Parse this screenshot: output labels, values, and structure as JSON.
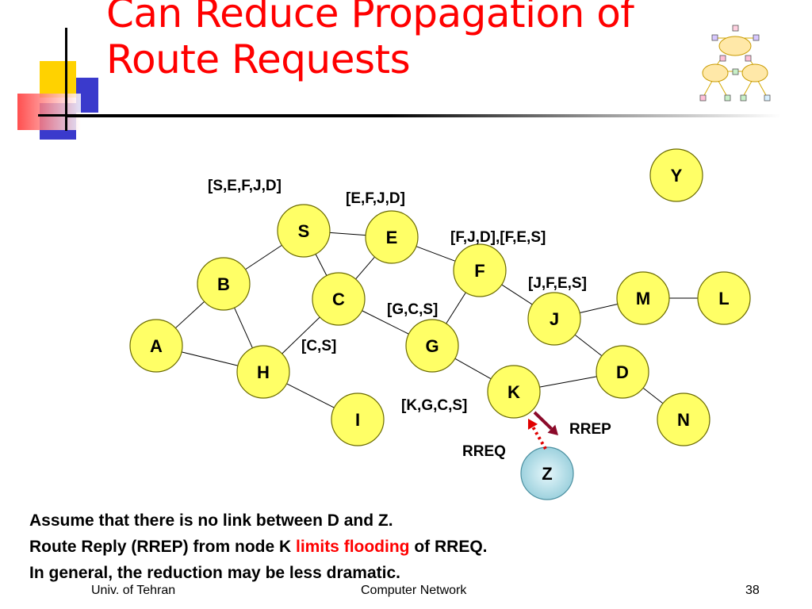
{
  "slide": {
    "title_line1": "Can Reduce Propagation of",
    "title_line2": "Route Requests",
    "notes": [
      {
        "parts": [
          {
            "text": "Assume that there is no link between D and Z.",
            "hl": false
          }
        ]
      },
      {
        "parts": [
          {
            "text": "Route Reply (RREP) from node K ",
            "hl": false
          },
          {
            "text": "limits flooding",
            "hl": true
          },
          {
            "text": " of RREQ.",
            "hl": false
          }
        ]
      },
      {
        "parts": [
          {
            "text": "In general, the reduction may be less dramatic.",
            "hl": false
          }
        ]
      }
    ],
    "footer": {
      "left": "Univ. of Tehran",
      "center": "Computer Network",
      "page": "38"
    }
  },
  "diagram": {
    "nodes": [
      {
        "id": "S",
        "label": "S"
      },
      {
        "id": "E",
        "label": "E"
      },
      {
        "id": "F",
        "label": "F"
      },
      {
        "id": "B",
        "label": "B"
      },
      {
        "id": "C",
        "label": "C"
      },
      {
        "id": "M",
        "label": "M"
      },
      {
        "id": "L",
        "label": "L"
      },
      {
        "id": "J",
        "label": "J"
      },
      {
        "id": "A",
        "label": "A"
      },
      {
        "id": "G",
        "label": "G"
      },
      {
        "id": "H",
        "label": "H"
      },
      {
        "id": "D",
        "label": "D"
      },
      {
        "id": "K",
        "label": "K"
      },
      {
        "id": "I",
        "label": "I"
      },
      {
        "id": "N",
        "label": "N"
      },
      {
        "id": "Y",
        "label": "Y"
      },
      {
        "id": "Z",
        "label": "Z",
        "highlight": true
      }
    ],
    "edges": [
      [
        "S",
        "E"
      ],
      [
        "S",
        "B"
      ],
      [
        "S",
        "C"
      ],
      [
        "E",
        "C"
      ],
      [
        "E",
        "F"
      ],
      [
        "F",
        "G"
      ],
      [
        "F",
        "J"
      ],
      [
        "B",
        "A"
      ],
      [
        "B",
        "H"
      ],
      [
        "A",
        "H"
      ],
      [
        "C",
        "H"
      ],
      [
        "C",
        "G"
      ],
      [
        "H",
        "I"
      ],
      [
        "G",
        "K"
      ],
      [
        "J",
        "M"
      ],
      [
        "J",
        "D"
      ],
      [
        "M",
        "L"
      ],
      [
        "K",
        "D"
      ],
      [
        "D",
        "N"
      ]
    ],
    "route_records": [
      {
        "near": "S",
        "text": "[S,E,F,J,D]"
      },
      {
        "near": "E",
        "text": "[E,F,J,D]"
      },
      {
        "near": "F",
        "text": "[F,J,D],[F,E,S]"
      },
      {
        "near": "J",
        "text": "[J,F,E,S]"
      },
      {
        "near": "G",
        "text": "[G,C,S]"
      },
      {
        "near": "C",
        "text": "[C,S]"
      },
      {
        "near": "K",
        "text": "[K,G,C,S]"
      }
    ],
    "arrows": [
      {
        "label": "RREP",
        "from": "K",
        "to": "Z",
        "style": "solid",
        "color": "#8b0a2a"
      },
      {
        "label": "RREQ",
        "from": "Z",
        "to": "K",
        "style": "dotted",
        "color": "#e00000"
      }
    ],
    "colors": {
      "node_fill": "#ffff66",
      "node_stroke": "#6b6b00",
      "edge": "#000000",
      "z_fill": "#b8e4ec",
      "title": "#ff0000",
      "highlight_text": "#ff0000"
    }
  }
}
